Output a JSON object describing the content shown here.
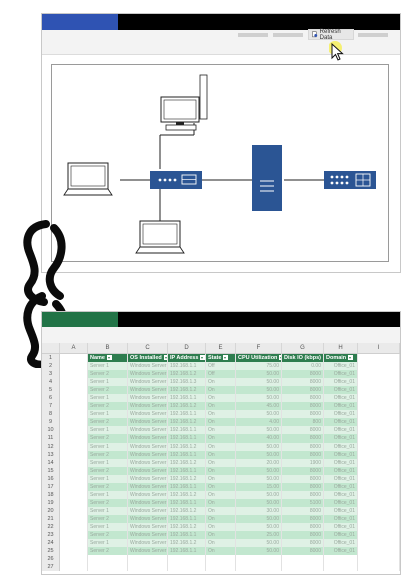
{
  "colors": {
    "visio_accent": "#2f53b3",
    "excel_accent": "#217346",
    "table_header": "#2e7d4f",
    "band_light": "#dff1e5",
    "band_dark": "#c2e7cf",
    "device_blue": "#2b5594"
  },
  "visio": {
    "refresh_label": "Refresh Data",
    "icons": [
      "refresh-icon",
      "desktop-computer-icon",
      "laptop-icon",
      "switch-icon",
      "server-icon",
      "router-icon"
    ]
  },
  "excel": {
    "column_letters": [
      "A",
      "B",
      "C",
      "D",
      "E",
      "F",
      "G",
      "H",
      "I"
    ],
    "headers": [
      "Name",
      "OS Installed",
      "IP Address",
      "State",
      "CPU Utilization",
      "Disk IO (kbps)",
      "Domain"
    ],
    "rows": [
      {
        "n": "2",
        "c": [
          "Server 1",
          "Windows Server",
          "192.168.1.1",
          "Off",
          "75.00",
          "0.00",
          "Office_01"
        ]
      },
      {
        "n": "3",
        "c": [
          "Server 2",
          "Windows Server",
          "192.168.1.2",
          "Off",
          "50.00",
          "8000",
          "Office_01"
        ]
      },
      {
        "n": "4",
        "c": [
          "Server 1",
          "Windows Server",
          "192.168.1.3",
          "On",
          "50.00",
          "8000",
          "Office_01"
        ]
      },
      {
        "n": "5",
        "c": [
          "Server 2",
          "Windows Server",
          "192.168.1.2",
          "On",
          "50.00",
          "8000",
          "Office_01"
        ]
      },
      {
        "n": "6",
        "c": [
          "Server 1",
          "Windows Server",
          "192.168.1.1",
          "On",
          "50.00",
          "8000",
          "Office_01"
        ]
      },
      {
        "n": "7",
        "c": [
          "Server 2",
          "Windows Server",
          "192.168.1.2",
          "On",
          "45.00",
          "8000",
          "Office_01"
        ]
      },
      {
        "n": "8",
        "c": [
          "Server 1",
          "Windows Server",
          "192.168.1.1",
          "On",
          "50.00",
          "8000",
          "Office_01"
        ]
      },
      {
        "n": "9",
        "c": [
          "Server 2",
          "Windows Server",
          "192.168.1.2",
          "On",
          "4.00",
          "800",
          "Office_01"
        ]
      },
      {
        "n": "10",
        "c": [
          "Server 1",
          "Windows Server",
          "192.168.1.1",
          "On",
          "50.00",
          "8000",
          "Office_01"
        ]
      },
      {
        "n": "11",
        "c": [
          "Server 2",
          "Windows Server",
          "192.168.1.1",
          "On",
          "40.00",
          "8000",
          "Office_01"
        ]
      },
      {
        "n": "12",
        "c": [
          "Server 1",
          "Windows Server",
          "192.168.1.2",
          "On",
          "50.00",
          "8000",
          "Office_01"
        ]
      },
      {
        "n": "13",
        "c": [
          "Server 2",
          "Windows Server",
          "192.168.1.1",
          "On",
          "50.00",
          "8000",
          "Office_01"
        ]
      },
      {
        "n": "14",
        "c": [
          "Server 1",
          "Windows Server",
          "192.168.1.2",
          "On",
          "20.00",
          "1900",
          "Office_01"
        ]
      },
      {
        "n": "15",
        "c": [
          "Server 2",
          "Windows Server",
          "192.168.1.1",
          "On",
          "50.00",
          "8000",
          "Office_01"
        ]
      },
      {
        "n": "16",
        "c": [
          "Server 1",
          "Windows Server",
          "192.168.1.2",
          "On",
          "50.00",
          "8000",
          "Office_01"
        ]
      },
      {
        "n": "17",
        "c": [
          "Server 2",
          "Windows Server",
          "192.168.1.1",
          "On",
          "15.00",
          "8000",
          "Office_01"
        ]
      },
      {
        "n": "18",
        "c": [
          "Server 1",
          "Windows Server",
          "192.168.1.2",
          "On",
          "50.00",
          "8000",
          "Office_01"
        ]
      },
      {
        "n": "19",
        "c": [
          "Server 2",
          "Windows Server",
          "192.168.1.1",
          "On",
          "50.00",
          "5100",
          "Office_01"
        ]
      },
      {
        "n": "20",
        "c": [
          "Server 1",
          "Windows Server",
          "192.168.1.2",
          "On",
          "30.00",
          "8000",
          "Office_01"
        ]
      },
      {
        "n": "21",
        "c": [
          "Server 2",
          "Windows Server",
          "192.168.1.1",
          "On",
          "50.00",
          "8000",
          "Office_01"
        ]
      },
      {
        "n": "22",
        "c": [
          "Server 1",
          "Windows Server",
          "192.168.1.2",
          "On",
          "50.00",
          "8000",
          "Office_01"
        ]
      },
      {
        "n": "23",
        "c": [
          "Server 2",
          "Windows Server",
          "192.168.1.1",
          "On",
          "25.00",
          "8000",
          "Office_01"
        ]
      },
      {
        "n": "24",
        "c": [
          "Server 1",
          "Windows Server",
          "192.168.1.2",
          "On",
          "50.00",
          "8000",
          "Office_01"
        ]
      },
      {
        "n": "25",
        "c": [
          "Server 2",
          "Windows Server",
          "192.168.1.1",
          "On",
          "50.00",
          "8000",
          "Office_01"
        ]
      }
    ],
    "trailing_rows": [
      "26",
      "27"
    ]
  }
}
